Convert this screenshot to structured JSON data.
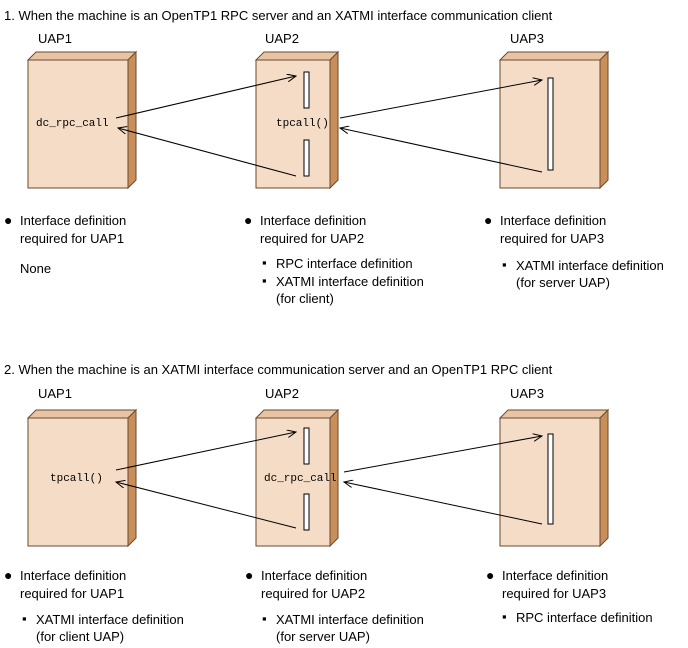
{
  "colors": {
    "box_face": "#f5dcc6",
    "box_side": "#c88f5a",
    "box_stroke": "#6a4a30",
    "bar_fill": "#ffffff"
  },
  "sections": [
    {
      "heading": "1. When the machine is  an OpenTP1 RPC server and an XATMI interface communication client",
      "uaps": [
        {
          "label": "UAP1",
          "call": "dc_rpc_call",
          "def_title": [
            "Interface definition",
            "required for UAP1"
          ],
          "none": "None",
          "items": []
        },
        {
          "label": "UAP2",
          "call": "tpcall()",
          "def_title": [
            "Interface definition",
            "required for UAP2"
          ],
          "none": "",
          "items": [
            [
              "RPC interface definition"
            ],
            [
              "XATMI interface definition",
              "(for client)"
            ]
          ]
        },
        {
          "label": "UAP3",
          "call": "",
          "def_title": [
            "Interface definition",
            "required for UAP3"
          ],
          "none": "",
          "items": [
            [
              "XATMI interface definition",
              "(for server UAP)"
            ]
          ]
        }
      ]
    },
    {
      "heading": "2. When the machine is  an XATMI interface communication server and an OpenTP1 RPC client",
      "uaps": [
        {
          "label": "UAP1",
          "call": "tpcall()",
          "def_title": [
            "Interface definition",
            "required for UAP1"
          ],
          "none": "",
          "items": [
            [
              "XATMI interface definition",
              "(for client UAP)"
            ]
          ]
        },
        {
          "label": "UAP2",
          "call": "dc_rpc_call",
          "def_title": [
            "Interface definition",
            "required for UAP2"
          ],
          "none": "",
          "items": [
            [
              "XATMI interface definition",
              "(for server UAP)"
            ]
          ]
        },
        {
          "label": "UAP3",
          "call": "",
          "def_title": [
            "Interface definition",
            "required for UAP3"
          ],
          "none": "",
          "items": [
            [
              "RPC interface definition"
            ]
          ]
        }
      ]
    }
  ]
}
